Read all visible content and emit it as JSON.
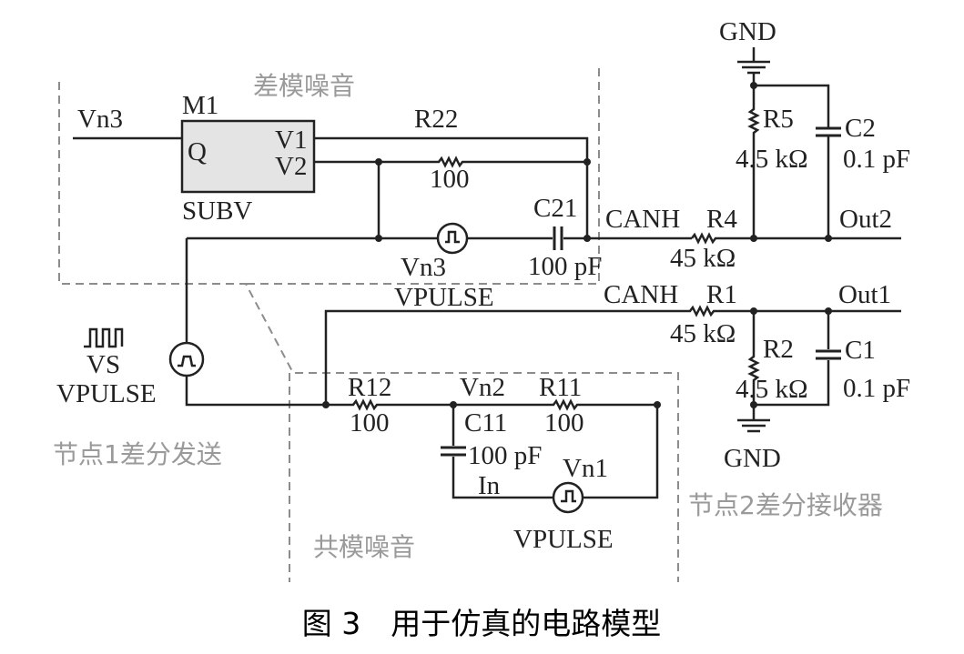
{
  "regions": {
    "differential_noise": "差模噪音",
    "common_mode_noise": "共模噪音",
    "node1_transmit": "节点1差分发送",
    "node2_receiver": "节点2差分接收器"
  },
  "m1": {
    "name": "M1",
    "pin_q": "Q",
    "pin_v1": "V1",
    "pin_v2": "V2",
    "type": "SUBV"
  },
  "nets": {
    "vn3_input": "Vn3",
    "vn2": "Vn2",
    "in": "In",
    "canh_top": "CANH",
    "canh_bottom": "CANH",
    "out1": "Out1",
    "out2": "Out2"
  },
  "grounds": {
    "top": "GND",
    "bottom": "GND"
  },
  "components": {
    "r22": {
      "name": "R22",
      "value": "100"
    },
    "c21": {
      "name": "C21",
      "value": "100 pF"
    },
    "r4": {
      "name": "R4",
      "value": "45 kΩ"
    },
    "r5": {
      "name": "R5",
      "value": "4.5 kΩ"
    },
    "c2": {
      "name": "C2",
      "value": "0.1 pF"
    },
    "r1": {
      "name": "R1",
      "value": "45 kΩ"
    },
    "r2": {
      "name": "R2",
      "value": "4.5 kΩ"
    },
    "c1": {
      "name": "C1",
      "value": "0.1 pF"
    },
    "r12": {
      "name": "R12",
      "value": "100"
    },
    "r11": {
      "name": "R11",
      "value": "100"
    },
    "c11": {
      "name": "C11",
      "value": "100 pF"
    }
  },
  "sources": {
    "vn3": {
      "name": "Vn3",
      "type": "VPULSE"
    },
    "vs": {
      "name": "VS",
      "type": "VPULSE"
    },
    "vn1": {
      "name": "Vn1",
      "type": "VPULSE"
    }
  },
  "caption": "图 3　用于仿真的电路模型"
}
